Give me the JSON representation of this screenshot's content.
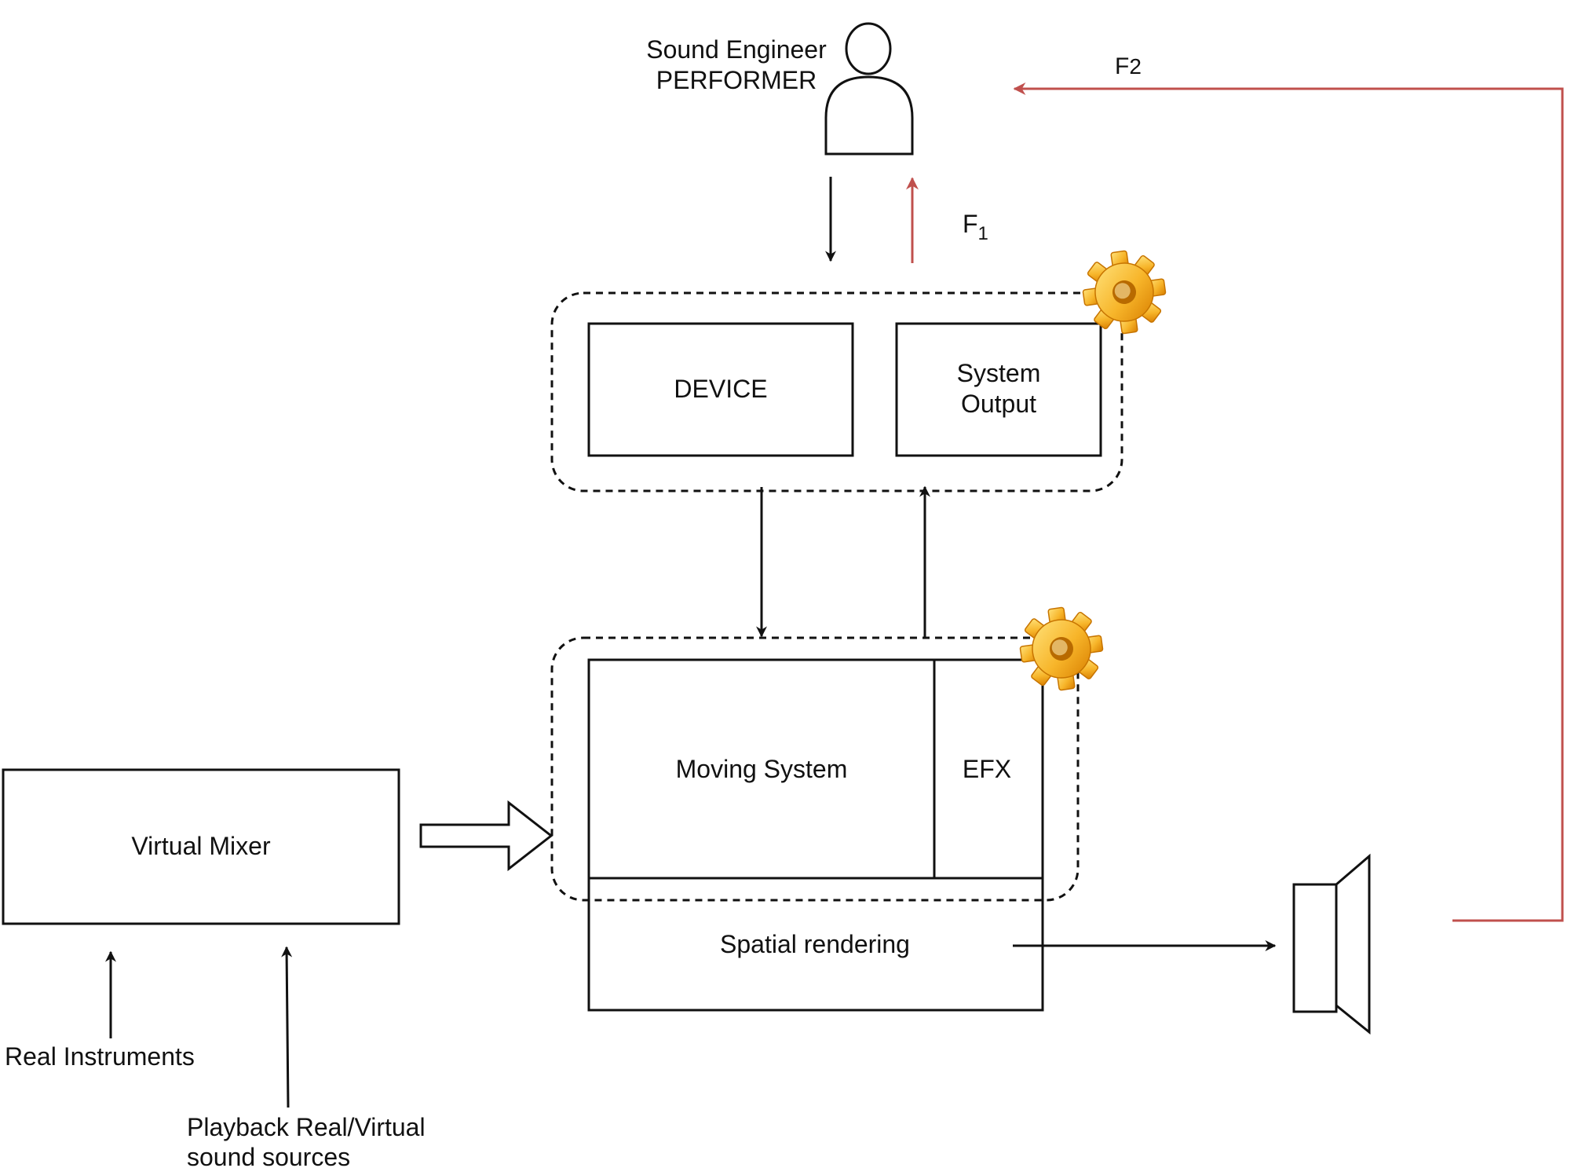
{
  "labels": {
    "sound_engineer": "Sound Engineer",
    "performer": "PERFORMER",
    "f1_letter": "F",
    "f1_sub": "1",
    "f2_letter": "F",
    "f2_sub": "2",
    "device": "DEVICE",
    "system_output_line1": "System",
    "system_output_line2": "Output",
    "moving_system": "Moving System",
    "efx": "EFX",
    "spatial_rendering": "Spatial rendering",
    "virtual_mixer": "Virtual Mixer",
    "real_instruments": "Real Instruments",
    "playback_line1": "Playback Real/Virtual",
    "playback_line2": "sound sources"
  },
  "icons": {
    "person": "person-icon",
    "speaker": "speaker-icon",
    "gear": "gear-icon"
  },
  "colors": {
    "feedback": "#c0504d",
    "line": "#111111",
    "gear_light": "#ffd24a",
    "gear_dark": "#e08a00"
  }
}
